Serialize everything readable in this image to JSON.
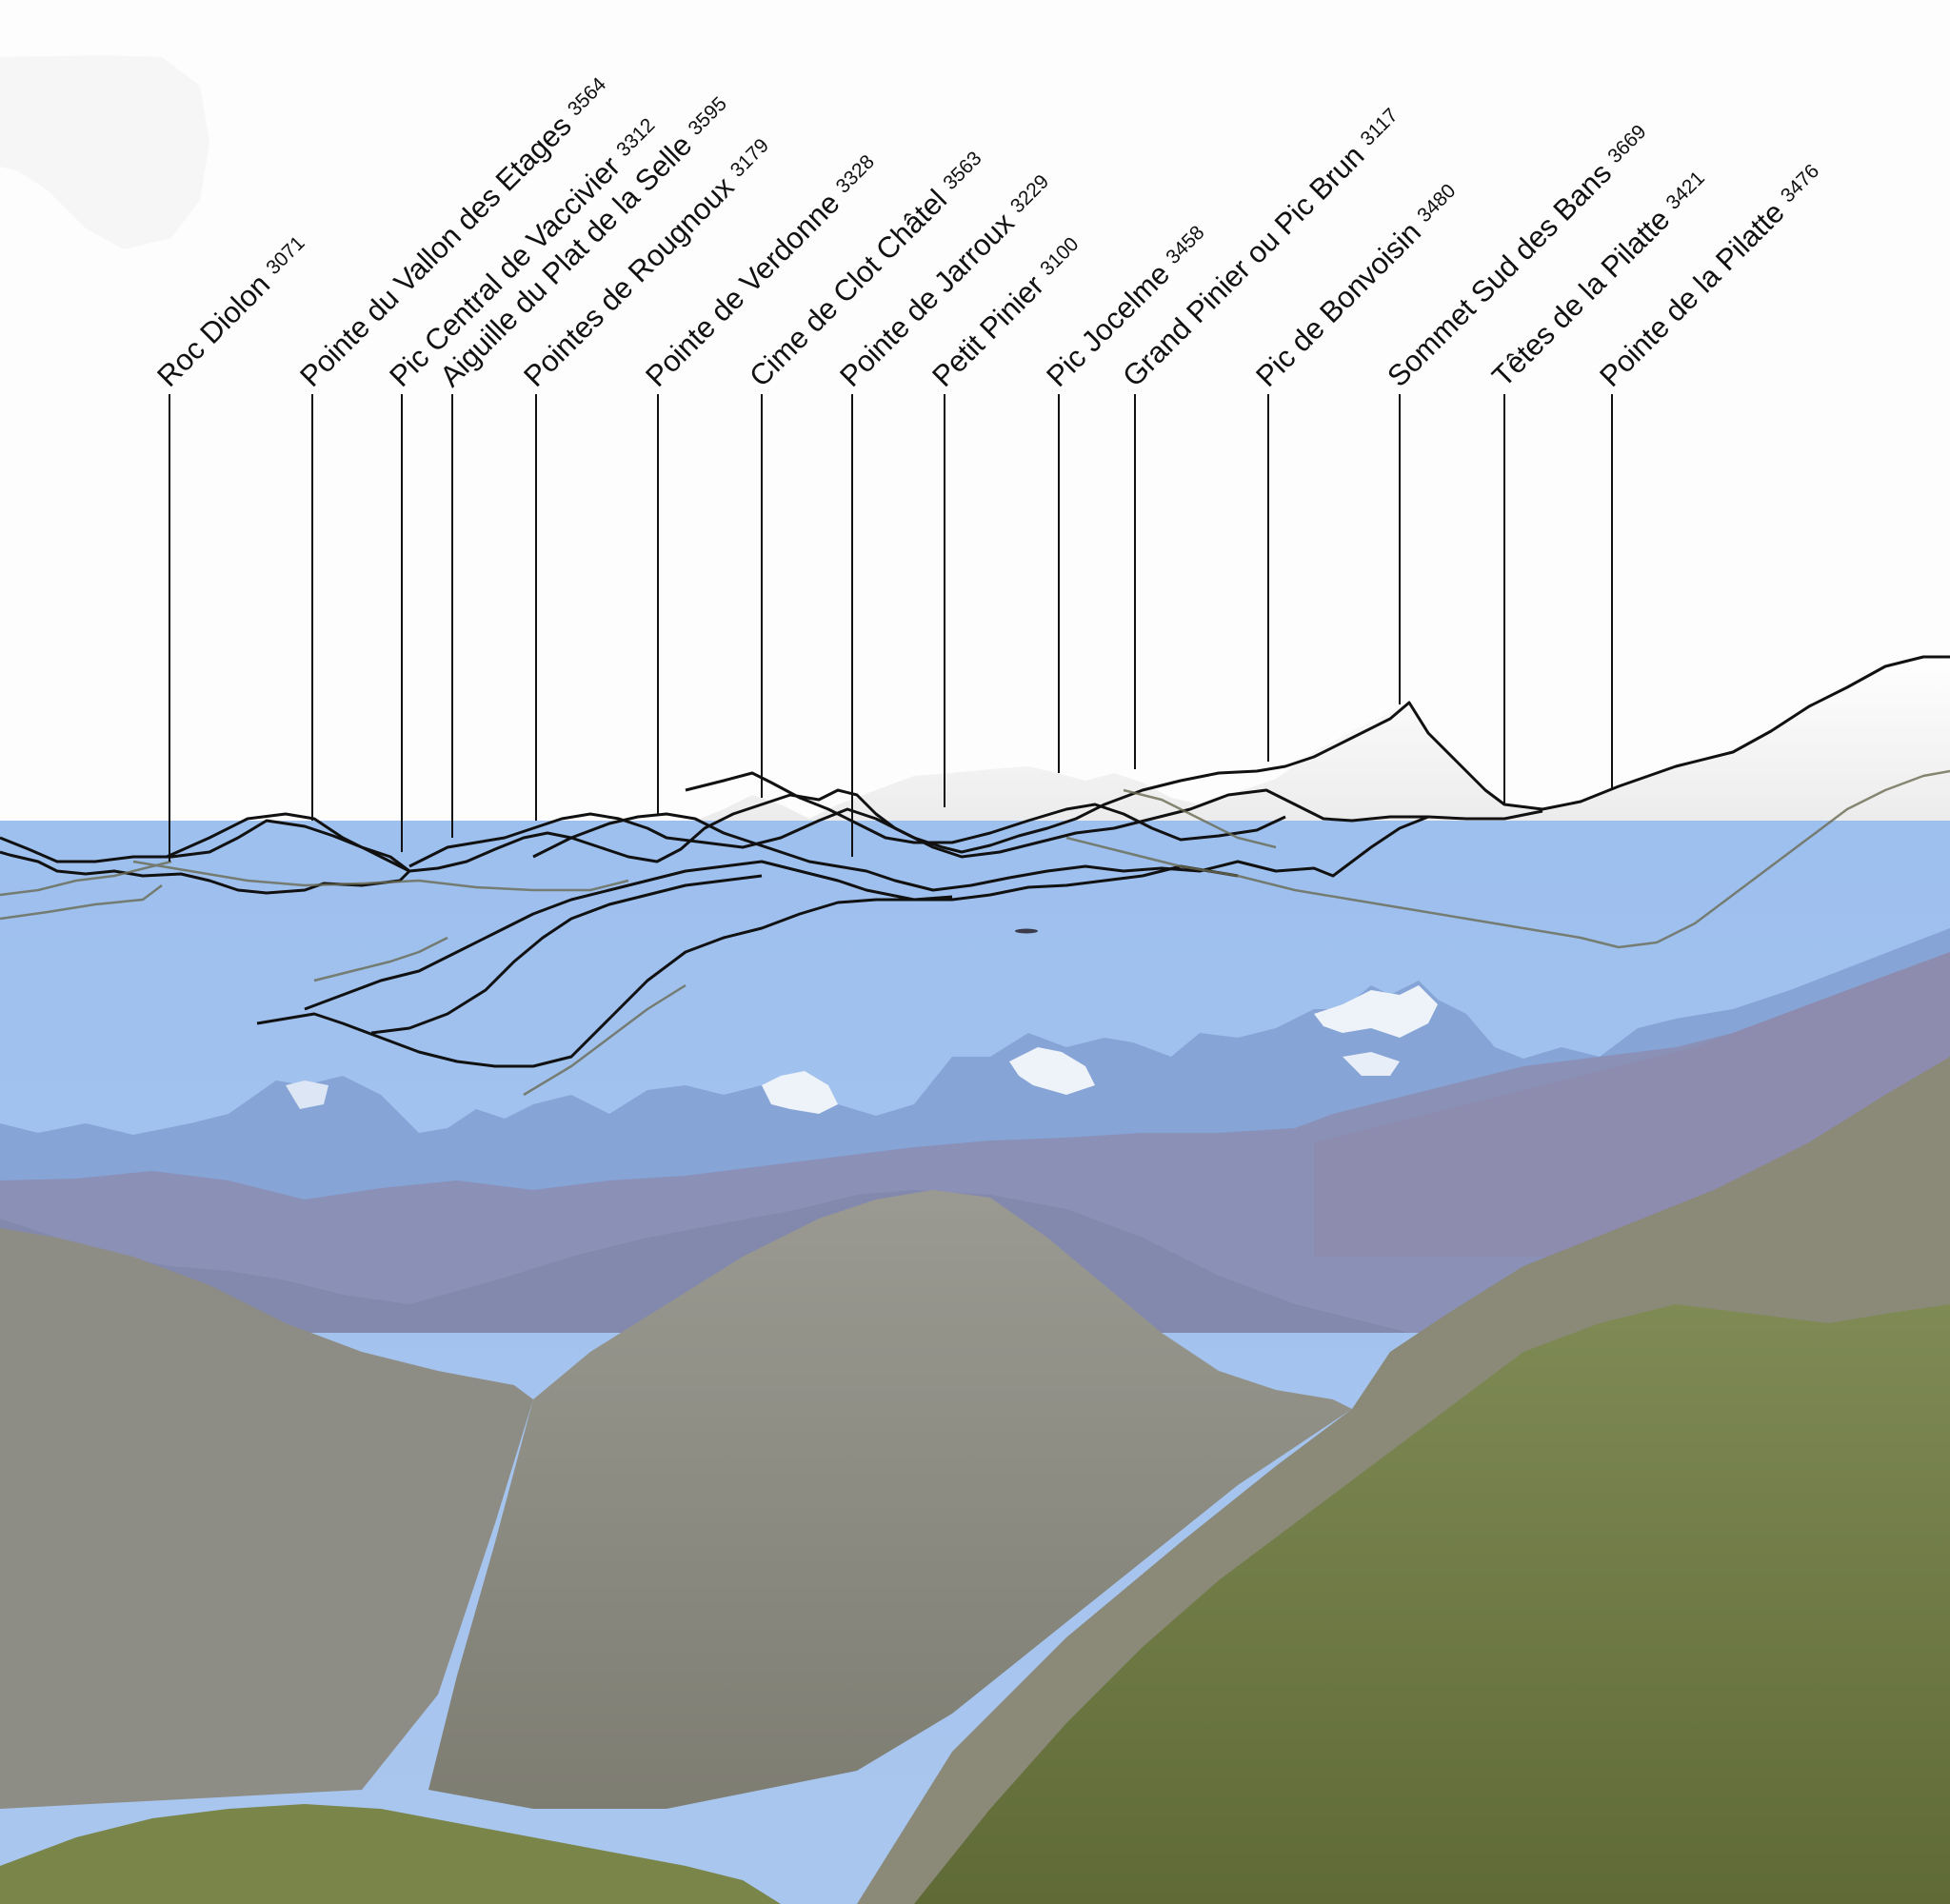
{
  "peaks": [
    {
      "name": "Roc Diolon",
      "alt": "3071"
    },
    {
      "name": "Pointe du Vallon des Etages",
      "alt": "3564"
    },
    {
      "name": "Pic Central de Vaccivier",
      "alt": "3312"
    },
    {
      "name": "Aiguille du Plat de la Selle",
      "alt": "3595"
    },
    {
      "name": "Pointes de Rougnoux",
      "alt": "3179"
    },
    {
      "name": "Pointe de Verdonne",
      "alt": "3328"
    },
    {
      "name": "Cime de Clot Châtel",
      "alt": "3563"
    },
    {
      "name": "Pointe de Jarroux",
      "alt": "3229"
    },
    {
      "name": "Petit Pinier",
      "alt": "3100"
    },
    {
      "name": "Pic Jocelme",
      "alt": "3458"
    },
    {
      "name": "Grand Pinier ou Pic Brun",
      "alt": "3117"
    },
    {
      "name": "Pic de Bonvoisin",
      "alt": "3480"
    },
    {
      "name": "Sommet Sud des Bans",
      "alt": "3669"
    },
    {
      "name": "Têtes de la Pilatte",
      "alt": "3421"
    },
    {
      "name": "Pointe de la Pilatte",
      "alt": "3476"
    }
  ],
  "colors": {
    "sky": "#9ec0ec",
    "snow": "#eef3fa",
    "far_range": "#7f9fd2",
    "mid_range": "#7d86b0",
    "near_slope": "#8a8a80",
    "green_slope": "#6f7a45",
    "ink": "#111111"
  }
}
